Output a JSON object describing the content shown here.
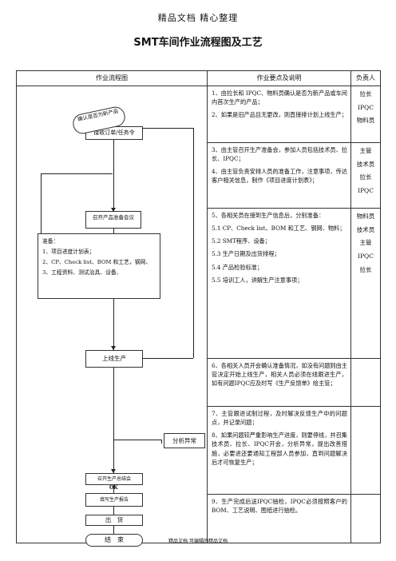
{
  "header": "精品文档 精心整理",
  "title": "SMT车间作业流程图及工艺",
  "table": {
    "col_flow": "作业流程图",
    "col_desc": "作业要点及说明",
    "col_owner": "负责人",
    "rows": [
      {
        "desc": [
          "1、由拉长和 IPQC、物料员确认是否为新产品或车间内首次生产的产品；",
          "2、如果是旧产品且无更改，则直接排计划上线生产；"
        ],
        "owners": [
          "拉长",
          "IPQC",
          "物料员"
        ]
      },
      {
        "desc": [
          "3、由主管召开生产准备会，参加人员包括技术员、拉长、IPQC；",
          "4、由主管负责安排人员的准备工作，注意事项，传达客户相关信息，制作《项目进度计划表》；"
        ],
        "owners": [
          "主管",
          "技术员",
          "拉长",
          "IPQC"
        ]
      },
      {
        "desc": [
          "5、各相关员在接到生产信息后，分别准备：",
          "5.1 CP、Check list、BOM 和工艺、钢网、物料；",
          "5.2 SMT程序、设备；",
          "5.3 生产日期及出货排程；",
          "5.4 产品检验标准；",
          "5.5 培训工人，讲解生产注意事项；"
        ],
        "owners": [
          "物料员",
          "技术员",
          "主管",
          "IPQC",
          "拉长"
        ]
      },
      {
        "desc": [
          "6、各相关人员开会确认准备情况，如没有问题则由主管决定开始上线生产，相关人员必须在线跟进生产，如有问题IPQC应及时写《生产反馈单》给主管；"
        ],
        "owners": []
      },
      {
        "desc": [
          "7、主管跟进试制过程，及时解决反馈生产中的问题点，并记录问题；",
          "8、如果问题较严重影响生产进度，则要停线，并召集技术员、拉长、IPQC开会，分析异常，提出改善措施，必要进还要通知工程部人员参加，直到问题解决后才可恢复生产；"
        ],
        "owners": []
      },
      {
        "desc": [
          "9、生产完成后送IPQC抽检，IPQC必须按照客户的 BOM、工艺说明、图纸进行抽检。"
        ],
        "owners": []
      }
    ]
  },
  "flow": {
    "confirm_new": "确认是否为新产品",
    "receive_order": "接收订单/任务令",
    "meeting": "召开产品准备会议",
    "prepare_title": "准备：",
    "prepare_items": [
      "1、项目进度计划表；",
      "2、CP、Check list、BOM 和工艺，钢网、",
      "3、工程资料、测试治具、设备、"
    ],
    "online": "上线生产",
    "analyze": "分析异常",
    "summary_meeting": "召开生产总结会",
    "report": "填写生产报告",
    "ship": "出　货",
    "end": "结　束",
    "ok_mark": "OK"
  },
  "footer": "精品文档 可编辑的精品文档"
}
